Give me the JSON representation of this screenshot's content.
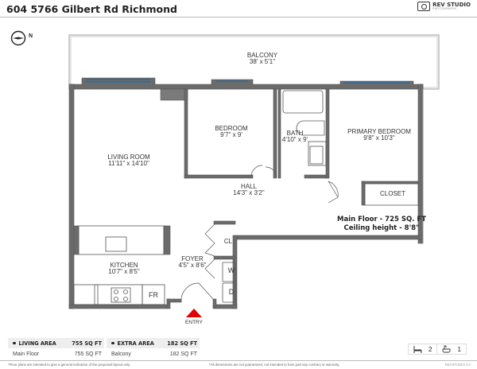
{
  "header": {
    "title": "604 5766 Gilbert Rd Richmond",
    "logo": {
      "icon": "camera-icon",
      "name": "REV STUDIO",
      "tagline": "PHOTOGRAPHY"
    }
  },
  "compass": {
    "icon": "compass-icon",
    "label": "N"
  },
  "rooms": [
    {
      "name": "BALCONY",
      "dims": "38' x 5'1\""
    },
    {
      "name": "BEDROOM",
      "dims": "9'7\" x 9'"
    },
    {
      "name": "BATH",
      "dims": "4'10\" x 9'"
    },
    {
      "name": "PRIMARY BEDROOM",
      "dims": "9'8\" x 10'3\""
    },
    {
      "name": "LIVING ROOM",
      "dims": "11'11\" x 14'10\""
    },
    {
      "name": "HALL",
      "dims": "14'3\" x 3'2\""
    },
    {
      "name": "CLOSET",
      "dims": ""
    },
    {
      "name": "CL",
      "dims": ""
    },
    {
      "name": "KITCHEN",
      "dims": "10'7\" x 8'5\""
    },
    {
      "name": "FOYER",
      "dims": "4'5\" x 8'6\""
    },
    {
      "name": "W",
      "dims": ""
    },
    {
      "name": "D",
      "dims": ""
    },
    {
      "name": "FR",
      "dims": ""
    }
  ],
  "floor_info": {
    "line1": "Main Floor - 725 SQ. FT",
    "line2": "Ceiling height - 8'8\""
  },
  "entry": {
    "label": "ENTRY",
    "color": "#e00000"
  },
  "areas": {
    "living": {
      "header": "LIVING AREA",
      "header_value": "755 SQ FT",
      "rows": [
        {
          "label": "Main Floor",
          "value": "755 SQ FT"
        }
      ]
    },
    "extra": {
      "header": "EXTRA AREA",
      "header_value": "182 SQ FT",
      "rows": [
        {
          "label": "Balcony",
          "value": "182 SQ FT"
        }
      ]
    }
  },
  "counts": {
    "bedrooms": "2",
    "bathrooms": "1",
    "bed_icon": "bed-icon",
    "bath_icon": "bathtub-icon"
  },
  "footer": {
    "disclaimer_left": "*Floor plans are intended to give a general indication of the proposed layout only.",
    "disclaimer_right": "*All dimensions are not guaranteed, not intended to form part any contract or warranty.",
    "brand": "REVSTUDIO.CA"
  },
  "colors": {
    "wall": "#6b6b6b",
    "window": "#2f6a9a",
    "entry": "#e00000"
  }
}
